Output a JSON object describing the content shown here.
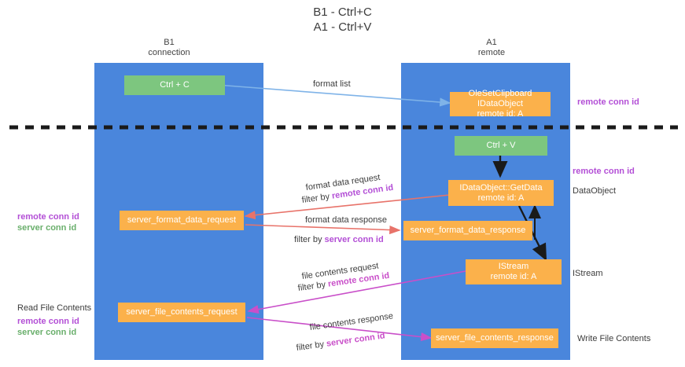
{
  "diagram": {
    "title": "B1 - Ctrl+C\nA1 - Ctrl+V",
    "type": "sequence-swimlane",
    "colors": {
      "lane": "#4a86dc",
      "node_orange": "#fbb14b",
      "node_green": "#7dc67f",
      "remote_conn_id": "#b34fd6",
      "server_conn_id": "#6aaf6c",
      "arrow_blue": "#7fb3e8",
      "arrow_red": "#e8736a",
      "arrow_pink": "#c94fc9",
      "arrow_black": "#1a1a1a",
      "divider": "#1a1a1a"
    },
    "lanes": [
      {
        "id": "b1",
        "title": "B1\nconnection"
      },
      {
        "id": "a1",
        "title": "A1\nremote"
      }
    ],
    "nodes": [
      {
        "id": "ctrl-c",
        "label": "Ctrl + C",
        "style": "green",
        "lane": "b1"
      },
      {
        "id": "idataobject-copy",
        "label": "OleSetClipboard IDataObject\nremote id: A",
        "style": "orange",
        "lane": "a1"
      },
      {
        "id": "ctrl-v",
        "label": "Ctrl + V",
        "style": "green",
        "lane": "a1"
      },
      {
        "id": "idataobject-getdata",
        "label": "IDataObject::GetData\nremote id: A",
        "style": "orange",
        "lane": "a1"
      },
      {
        "id": "server-format-data-request",
        "label": "server_format_data_request",
        "style": "orange",
        "lane": "b1"
      },
      {
        "id": "server-format-data-response",
        "label": "server_format_data_response",
        "style": "orange",
        "lane": "a1"
      },
      {
        "id": "istream",
        "label": "IStream\nremote id: A",
        "style": "orange",
        "lane": "a1"
      },
      {
        "id": "server-file-contents-request",
        "label": "server_file_contents_request",
        "style": "orange",
        "lane": "b1"
      },
      {
        "id": "server-file-contents-response",
        "label": "server_file_contents_response",
        "style": "orange",
        "lane": "a1"
      }
    ],
    "edge_labels": {
      "format_list": "format list",
      "format_data_request": "format data request",
      "format_data_request_filter_prefix": "filter by ",
      "format_data_request_filter_key": "remote conn id",
      "format_data_response": "format data response",
      "format_data_response_filter_prefix": "filter by ",
      "format_data_response_filter_key": "server conn id",
      "file_contents_request": "file contents request",
      "file_contents_request_filter_prefix": "filter by ",
      "file_contents_request_filter_key": "remote conn id",
      "file_contents_response": "file contents response",
      "file_contents_response_filter_prefix": "filter by ",
      "file_contents_response_filter_key": "server conn id"
    },
    "left_labels": {
      "mid_remote_conn_id": "remote conn id",
      "mid_server_conn_id": "server conn id",
      "read_file_contents": "Read File Contents",
      "bottom_remote_conn_id": "remote conn id",
      "bottom_server_conn_id": "server conn id"
    },
    "right_labels": {
      "top_remote_conn_id": "remote conn id",
      "mid_remote_conn_id": "remote conn id",
      "data_object": "DataObject",
      "istream": "IStream",
      "write_file_contents": "Write File Contents"
    }
  }
}
